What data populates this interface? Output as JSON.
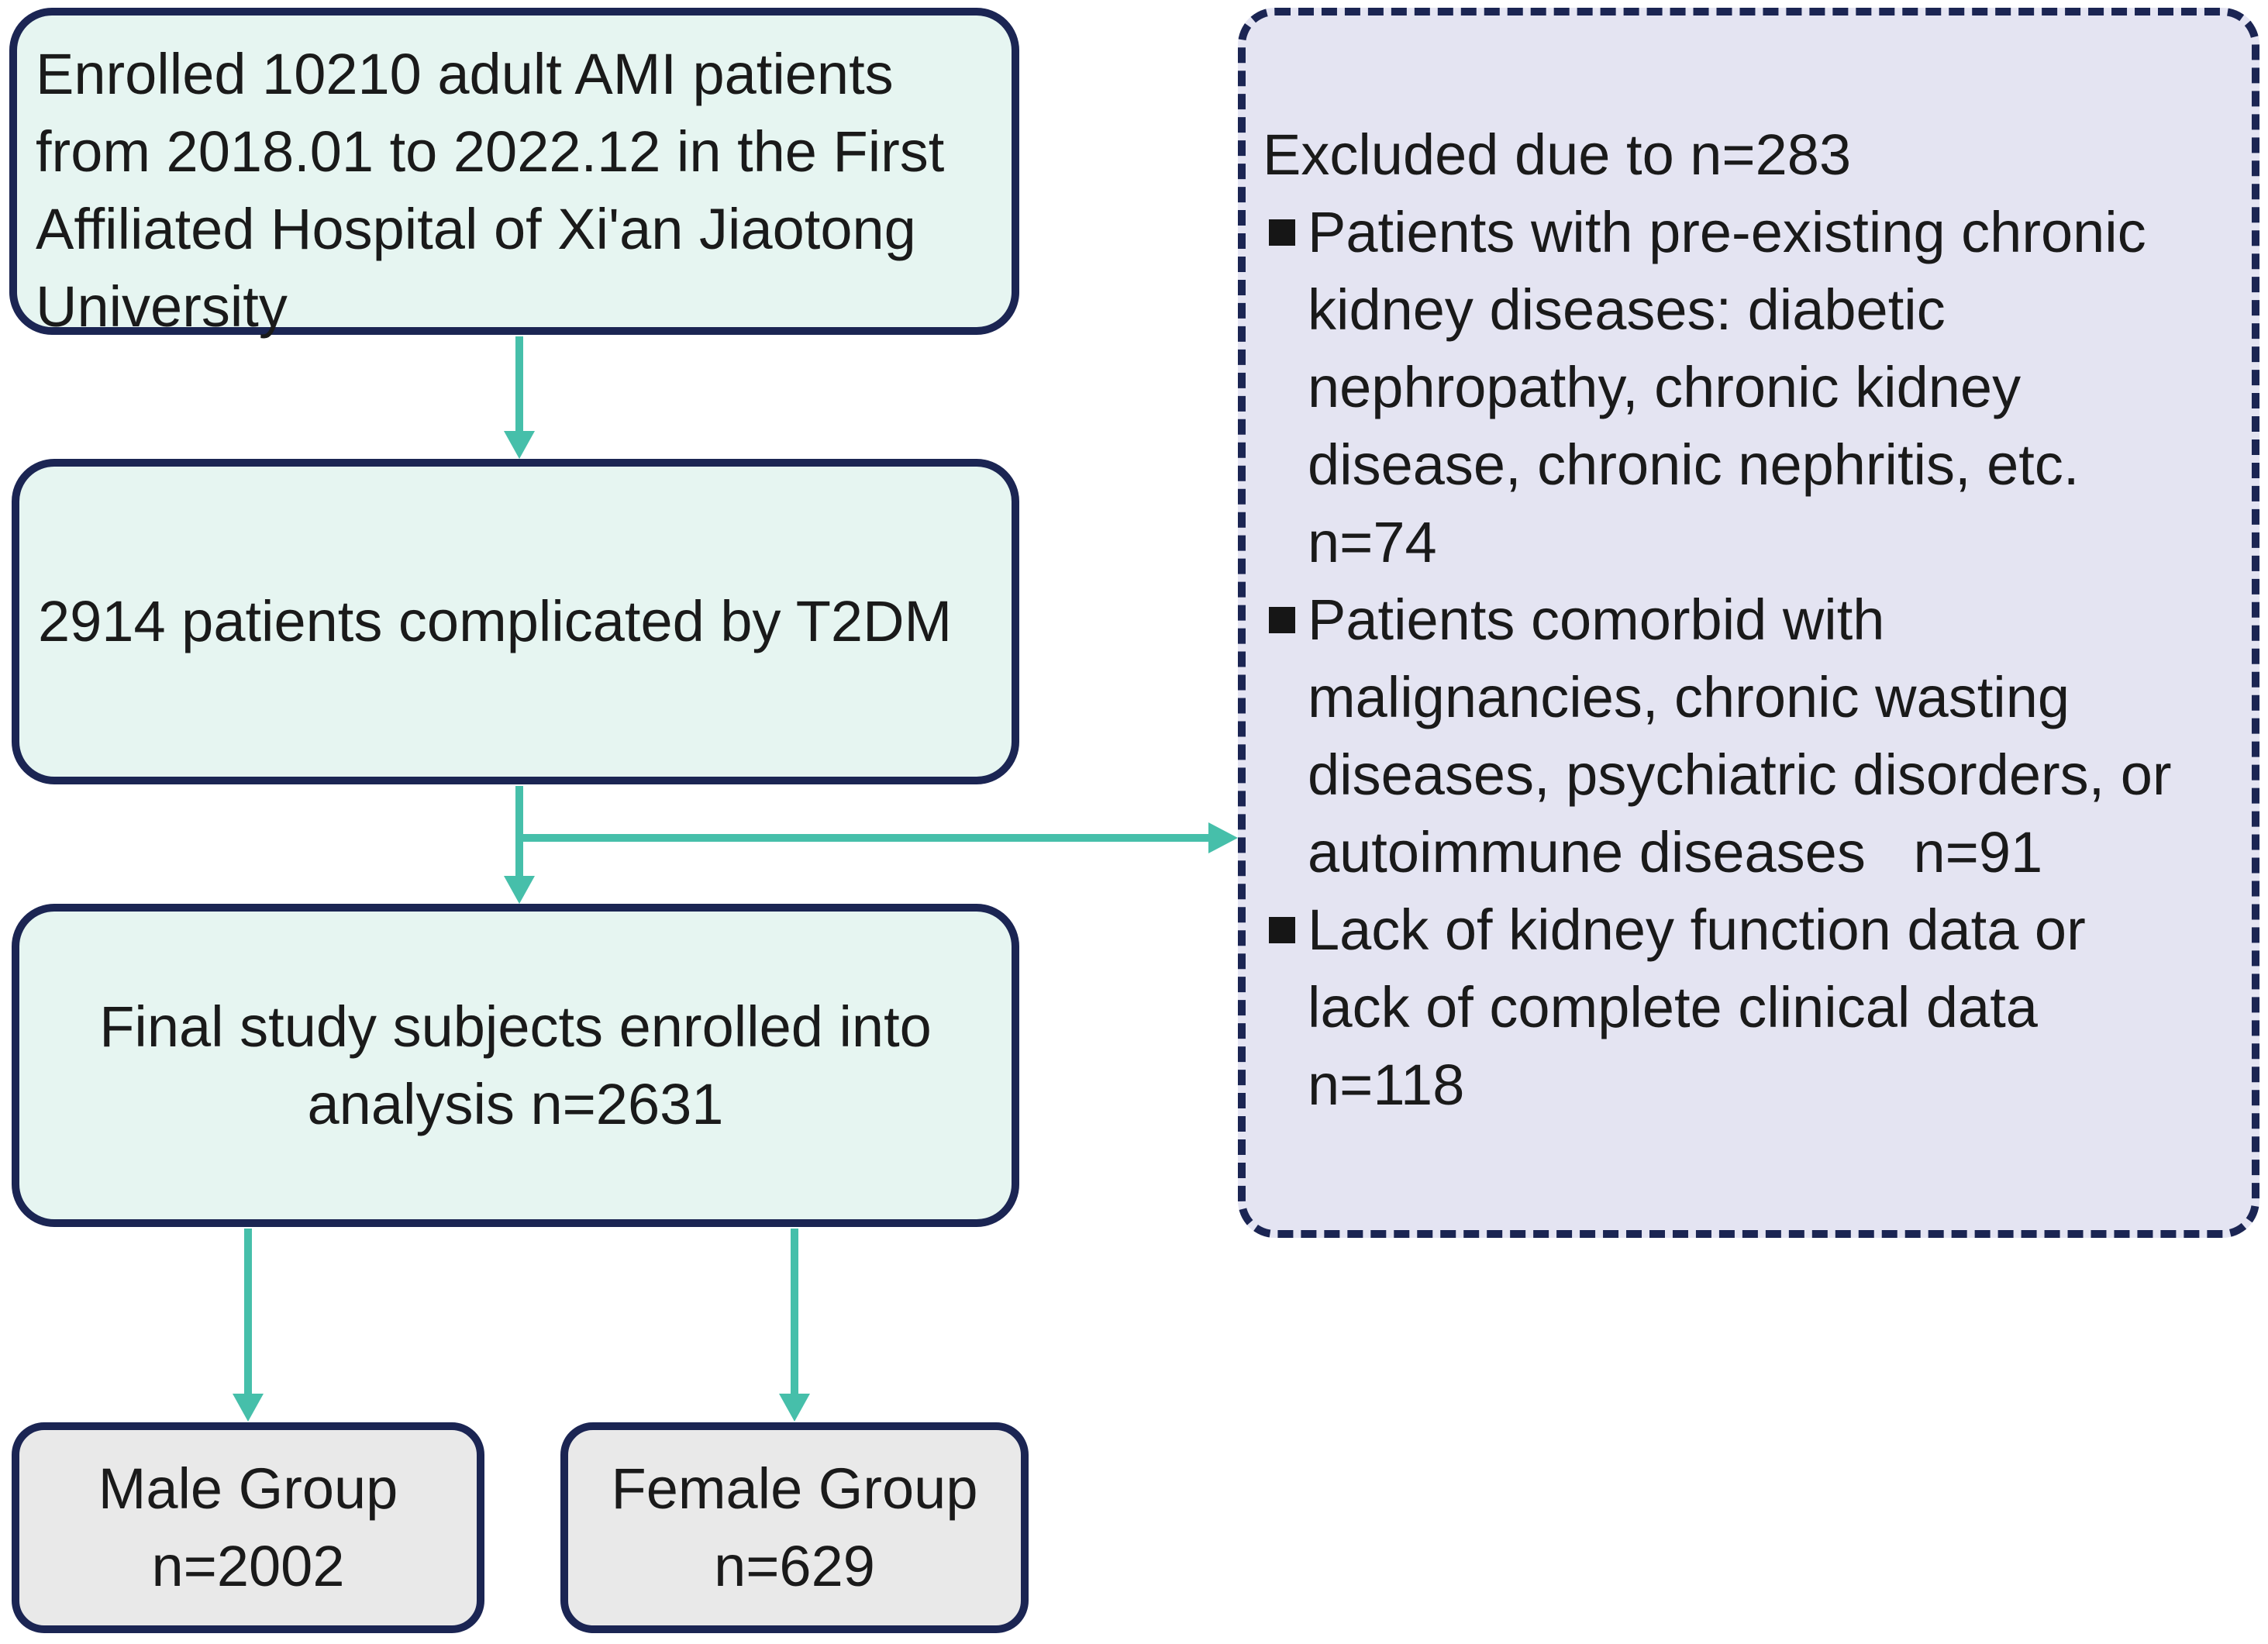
{
  "figure": {
    "type": "study-flow-diagram",
    "palette": {
      "box_border_navy": "#1b2553",
      "arrow_teal": "#46bfaa",
      "mint_fill": "#e6f5f1",
      "lavender_fill": "#e4e4f2",
      "gray_fill": "#e9e9e9",
      "text_color": "#1a1a1a"
    }
  },
  "flow": {
    "enrolled": {
      "text": "Enrolled 10210 adult AMI patients\nfrom 2018.01 to 2022.12 in the First\nAffiliated Hospital of Xi'an Jiaotong\nUniversity"
    },
    "t2dm": {
      "text": "2914 patients complicated by T2DM"
    },
    "final": {
      "text": "Final study subjects enrolled into\nanalysis n=2631"
    },
    "male": {
      "text": "Male Group\nn=2002"
    },
    "female": {
      "text": "Female Group\nn=629"
    }
  },
  "excluded": {
    "header": "Excluded due to n=283",
    "items": [
      {
        "text": "Patients with pre-existing chronic\nkidney diseases: diabetic\nnephropathy, chronic kidney\ndisease, chronic nephritis, etc.\nn=74"
      },
      {
        "text": "Patients comorbid with\nmalignancies, chronic wasting\ndiseases, psychiatric disorders, or\nautoimmune diseases   n=91"
      },
      {
        "text": "Lack of kidney function data or\nlack of complete clinical data\nn=118"
      }
    ]
  }
}
